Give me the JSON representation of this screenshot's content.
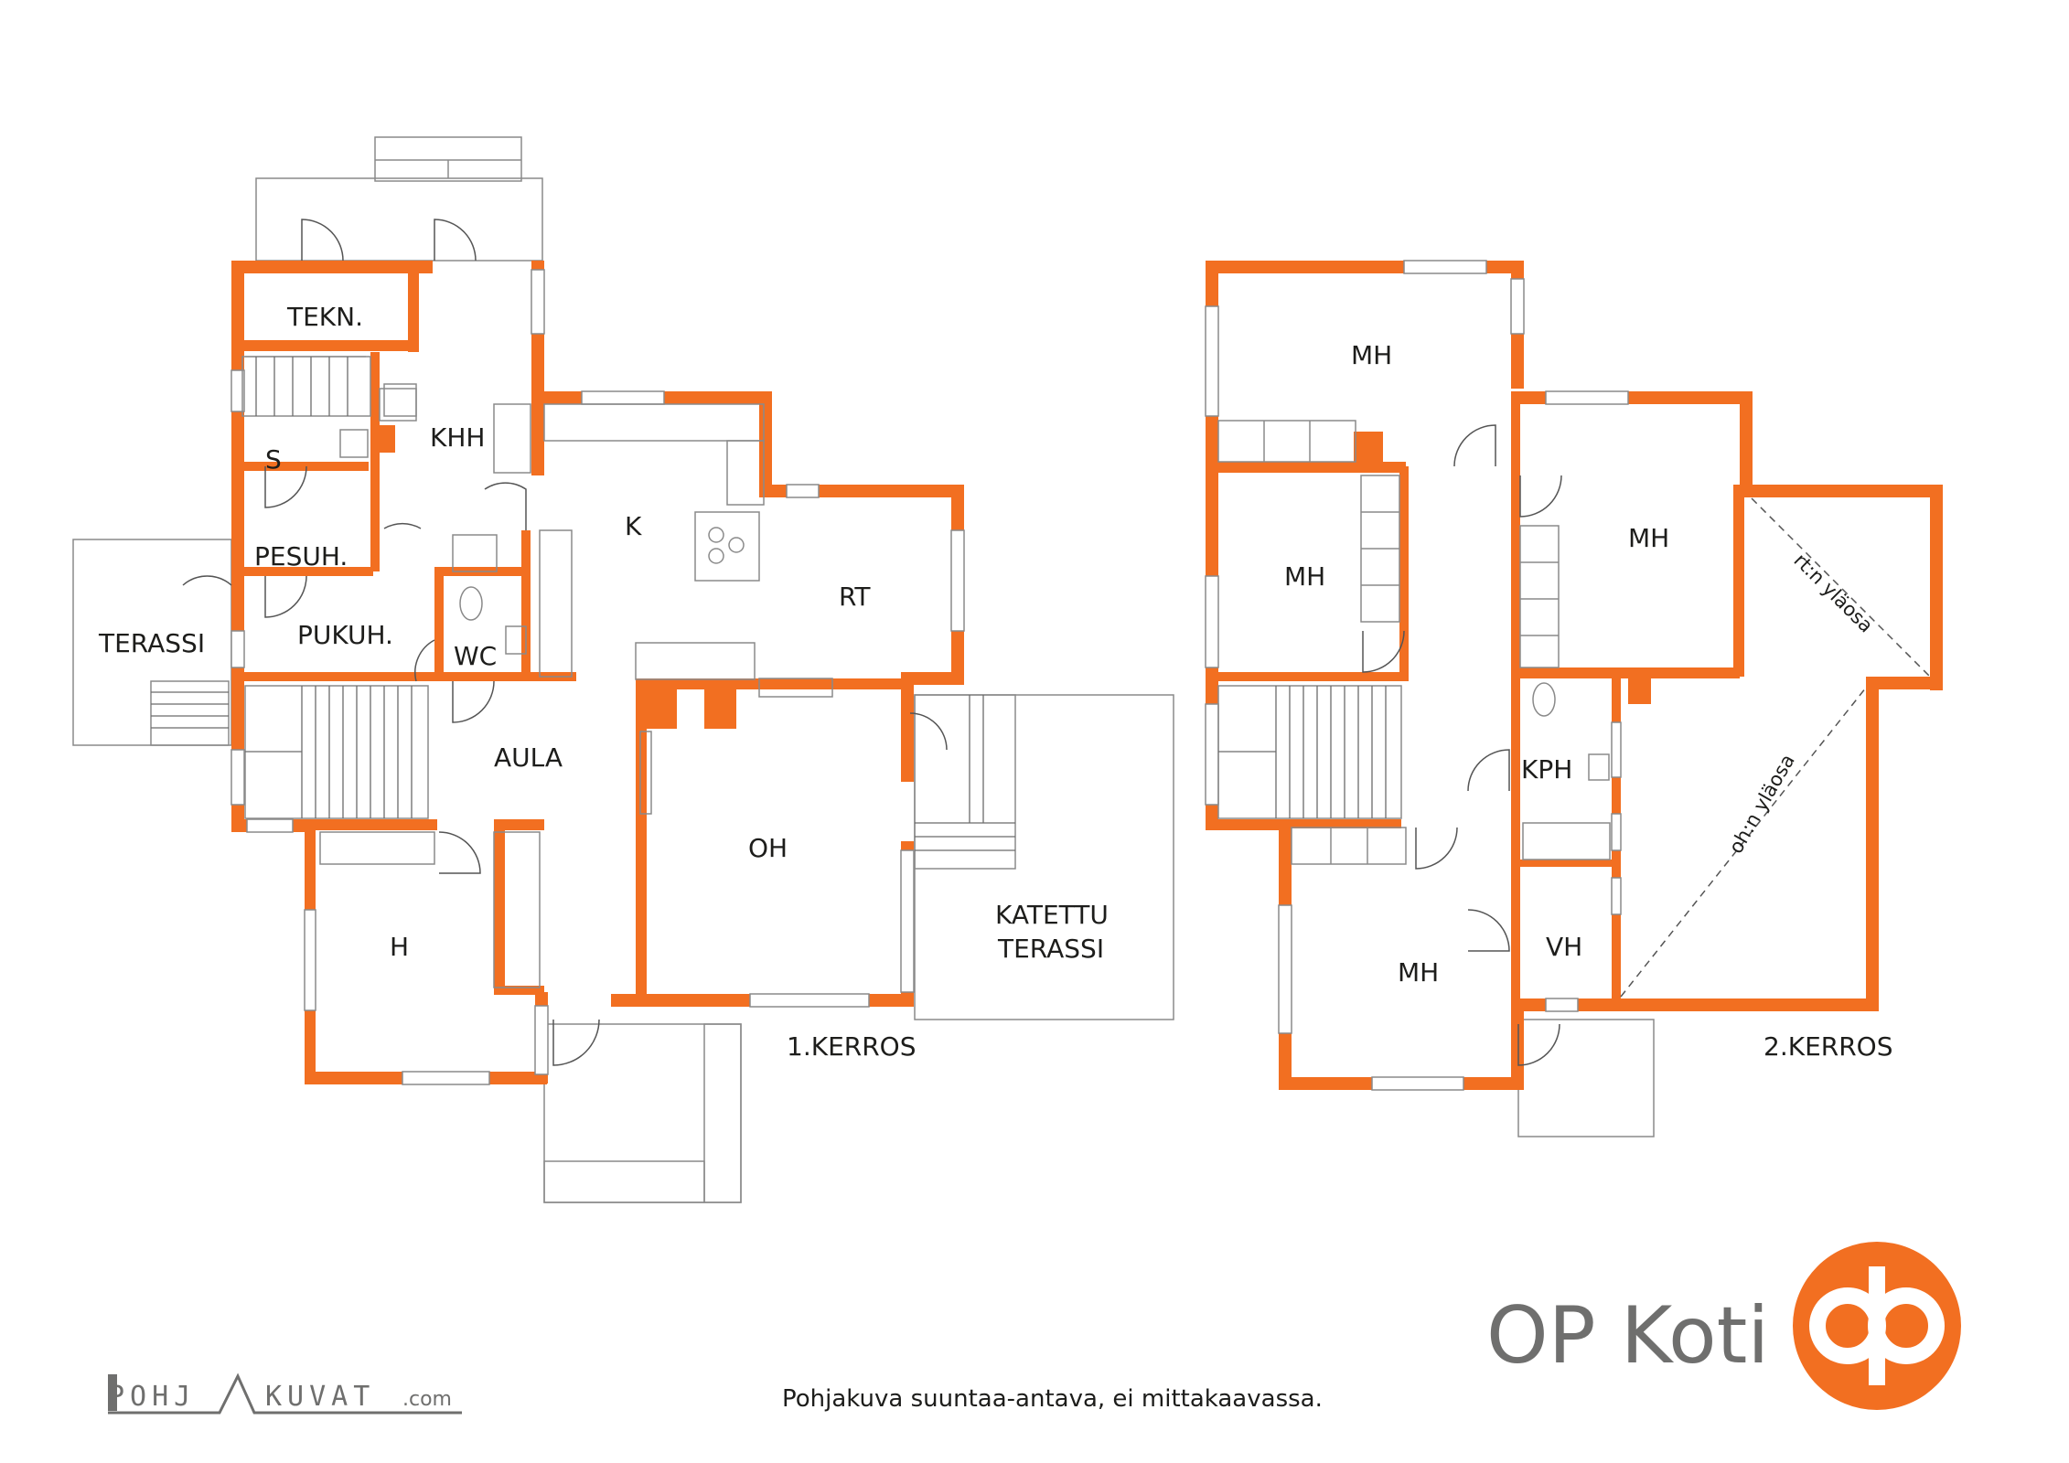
{
  "floor1": {
    "title": "1.KERROS",
    "rooms": {
      "tekn": "TEKN.",
      "khh": "KHH",
      "s": "S",
      "pesuh": "PESUH.",
      "pukuh": "PUKUH.",
      "wc": "WC",
      "terassi": "TERASSI",
      "aula": "AULA",
      "k": "K",
      "rt": "RT",
      "oh": "OH",
      "h": "H",
      "katettu_terassi_1": "KATETTU",
      "katettu_terassi_2": "TERASSI"
    }
  },
  "floor2": {
    "title": "2.KERROS",
    "rooms": {
      "mh_top": "MH",
      "mh_left": "MH",
      "mh_right": "MH",
      "mh_bottom": "MH",
      "kph": "KPH",
      "vh": "VH"
    },
    "upper_parts": {
      "rt": "rt:n yläosa",
      "oh": "oh:n yläosa"
    }
  },
  "disclaimer": "Pohjakuva suuntaa-antava, ei mittakaavassa.",
  "brand": {
    "name": "OP Koti",
    "color": "#f26f21"
  },
  "watermark": {
    "left": "POHJ",
    "right": "KUVAT",
    "suffix": ".com"
  },
  "colors": {
    "wall": "#f26f21",
    "line": "#8a8a8a",
    "text": "#1d1d1b"
  }
}
